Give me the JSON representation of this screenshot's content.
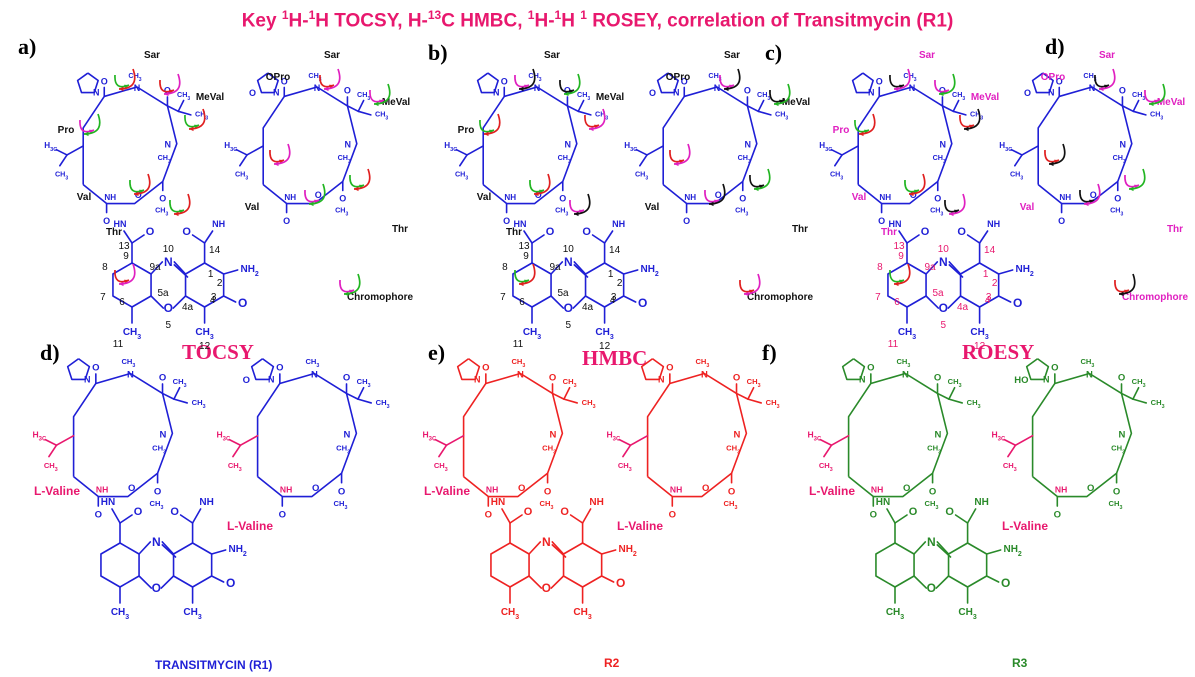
{
  "header": {
    "title_parts": [
      "Key ",
      "1",
      "H-",
      "1",
      "H  TOCSY, H-",
      "13",
      "C HMBC, ",
      "1",
      "H-",
      "1",
      "H ",
      "1",
      " ROSEY,  correlation of Transitmycin (R1)"
    ]
  },
  "panels": {
    "top": [
      {
        "label": "a)",
        "caption": "TOCSY"
      },
      {
        "label": "b)",
        "caption": "HMBC"
      },
      {
        "label": "c)",
        "caption": "ROESY"
      }
    ],
    "top_extra_label": "d)",
    "bottom": [
      {
        "label": "d)",
        "name": "TRANSITMYCIN (R1)",
        "color": "#1f1fd6",
        "left_sugar_label": "L-Valine",
        "right_sugar_label": "L-Valine",
        "ring_sub": "O"
      },
      {
        "label": "e)",
        "name": "R2",
        "color": "#ee2222",
        "left_sugar_label": "L-Valine",
        "right_sugar_label": "L-Valine",
        "ring_sub": ""
      },
      {
        "label": "f)",
        "name": "R3",
        "color": "#2a8a2a",
        "left_sugar_label": "L-Valine",
        "right_sugar_label": "L-Valine",
        "ring_sub": "HO"
      }
    ]
  },
  "residue_labels": [
    "Sar",
    "Sar",
    "Pro",
    "OPro",
    "MeVal",
    "MeVal",
    "Val",
    "Val",
    "Thr",
    "Thr",
    "Chromophore"
  ],
  "atom_labels": {
    "chromophore_numbers": [
      "1",
      "2",
      "3",
      "4",
      "4a",
      "5",
      "5a",
      "6",
      "7",
      "8",
      "9",
      "9a",
      "10",
      "11",
      "12",
      "13",
      "14"
    ],
    "nh2": "NH2",
    "ch3": "CH3",
    "h3c": "H3C",
    "n": "N",
    "o": "O",
    "nh": "NH",
    "hn": "HN"
  },
  "colors": {
    "title": "#e8186e",
    "blue": "#1f1fd6",
    "magenta": "#e020c0",
    "green": "#22b522",
    "red": "#e02020",
    "black": "#111111",
    "pink_label": "#e8186e"
  },
  "arrow_legend": {
    "tocsy": [
      "green",
      "red"
    ],
    "hmbc": [
      "magenta",
      "black",
      "green",
      "red"
    ],
    "roesy": [
      "black",
      "magenta",
      "green",
      "red"
    ]
  }
}
